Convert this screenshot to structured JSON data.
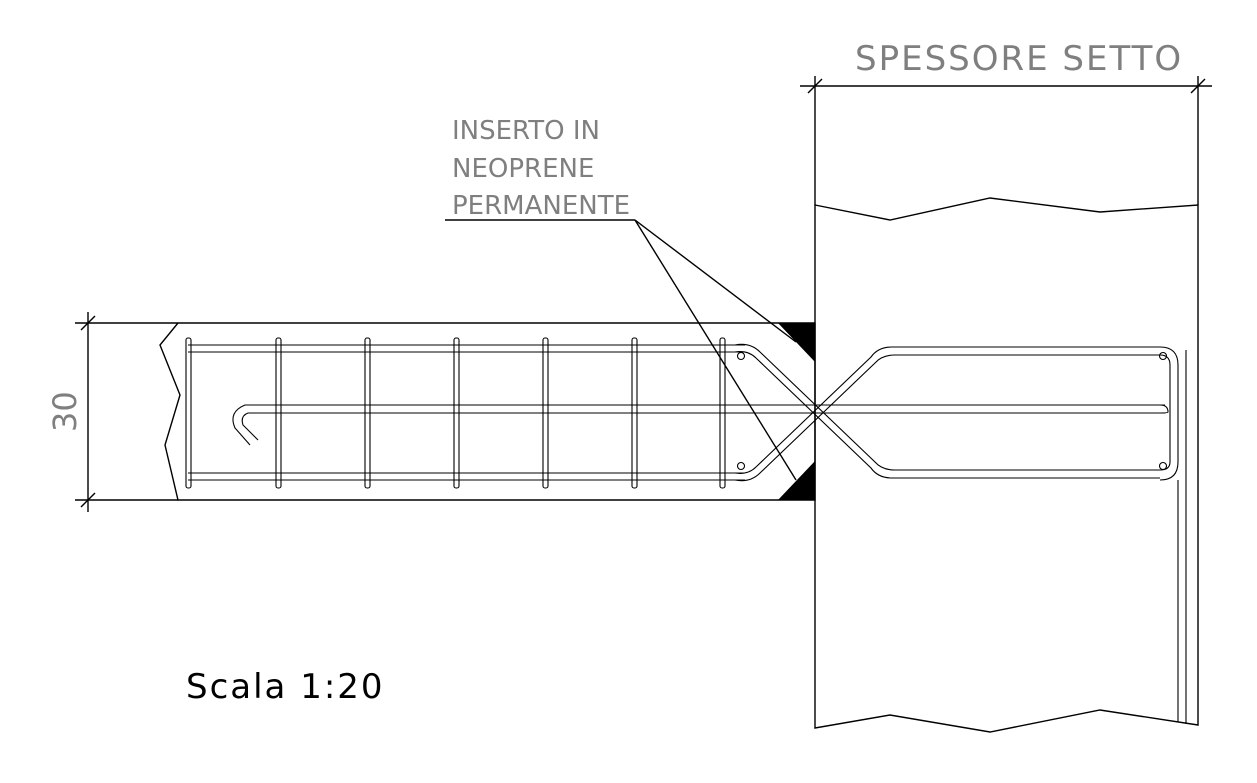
{
  "labels": {
    "wall_dimension": "SPESSORE SETTO",
    "insert_line1": "INSERTO IN",
    "insert_line2": "NEOPRENE",
    "insert_line3": "PERMANENTE",
    "slab_dimension": "30",
    "scale": "Scala 1:20"
  },
  "colors": {
    "line": "#000000",
    "text": "#7f7f7f",
    "background": "#ffffff"
  }
}
